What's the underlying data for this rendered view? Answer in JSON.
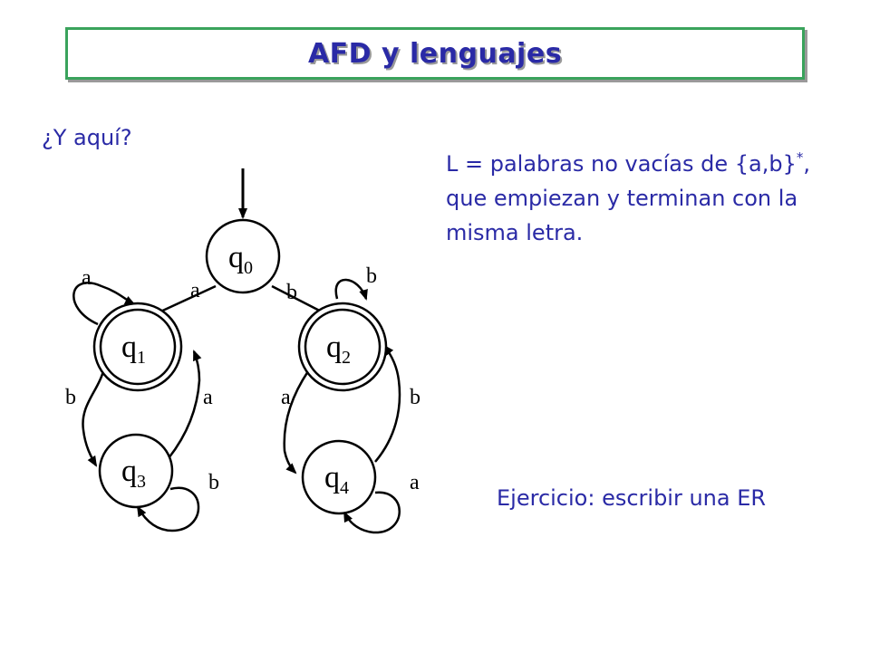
{
  "slide": {
    "title": "AFD y lenguajes",
    "question": "¿Y aquí?",
    "language": {
      "part1": "L = palabras no vacías de {a,b}",
      "star": "*",
      "part2": ", que empiezan y terminan con la misma letra."
    },
    "exercise": "Ejercicio: escribir una ER"
  },
  "automaton": {
    "states": [
      {
        "name": "q",
        "index": "0",
        "accepting": false,
        "initial": true
      },
      {
        "name": "q",
        "index": "1",
        "accepting": true,
        "initial": false
      },
      {
        "name": "q",
        "index": "2",
        "accepting": true,
        "initial": false
      },
      {
        "name": "q",
        "index": "3",
        "accepting": false,
        "initial": false
      },
      {
        "name": "q",
        "index": "4",
        "accepting": false,
        "initial": false
      }
    ],
    "transitions": [
      {
        "from": "q0",
        "to": "q1",
        "symbol": "a"
      },
      {
        "from": "q0",
        "to": "q2",
        "symbol": "b"
      },
      {
        "from": "q1",
        "to": "q1",
        "symbol": "a"
      },
      {
        "from": "q2",
        "to": "q2",
        "symbol": "b"
      },
      {
        "from": "q1",
        "to": "q3",
        "symbol": "b"
      },
      {
        "from": "q3",
        "to": "q1",
        "symbol": "a"
      },
      {
        "from": "q3",
        "to": "q3",
        "symbol": "b"
      },
      {
        "from": "q2",
        "to": "q4",
        "symbol": "a"
      },
      {
        "from": "q4",
        "to": "q2",
        "symbol": "b"
      },
      {
        "from": "q4",
        "to": "q4",
        "symbol": "a"
      }
    ]
  }
}
